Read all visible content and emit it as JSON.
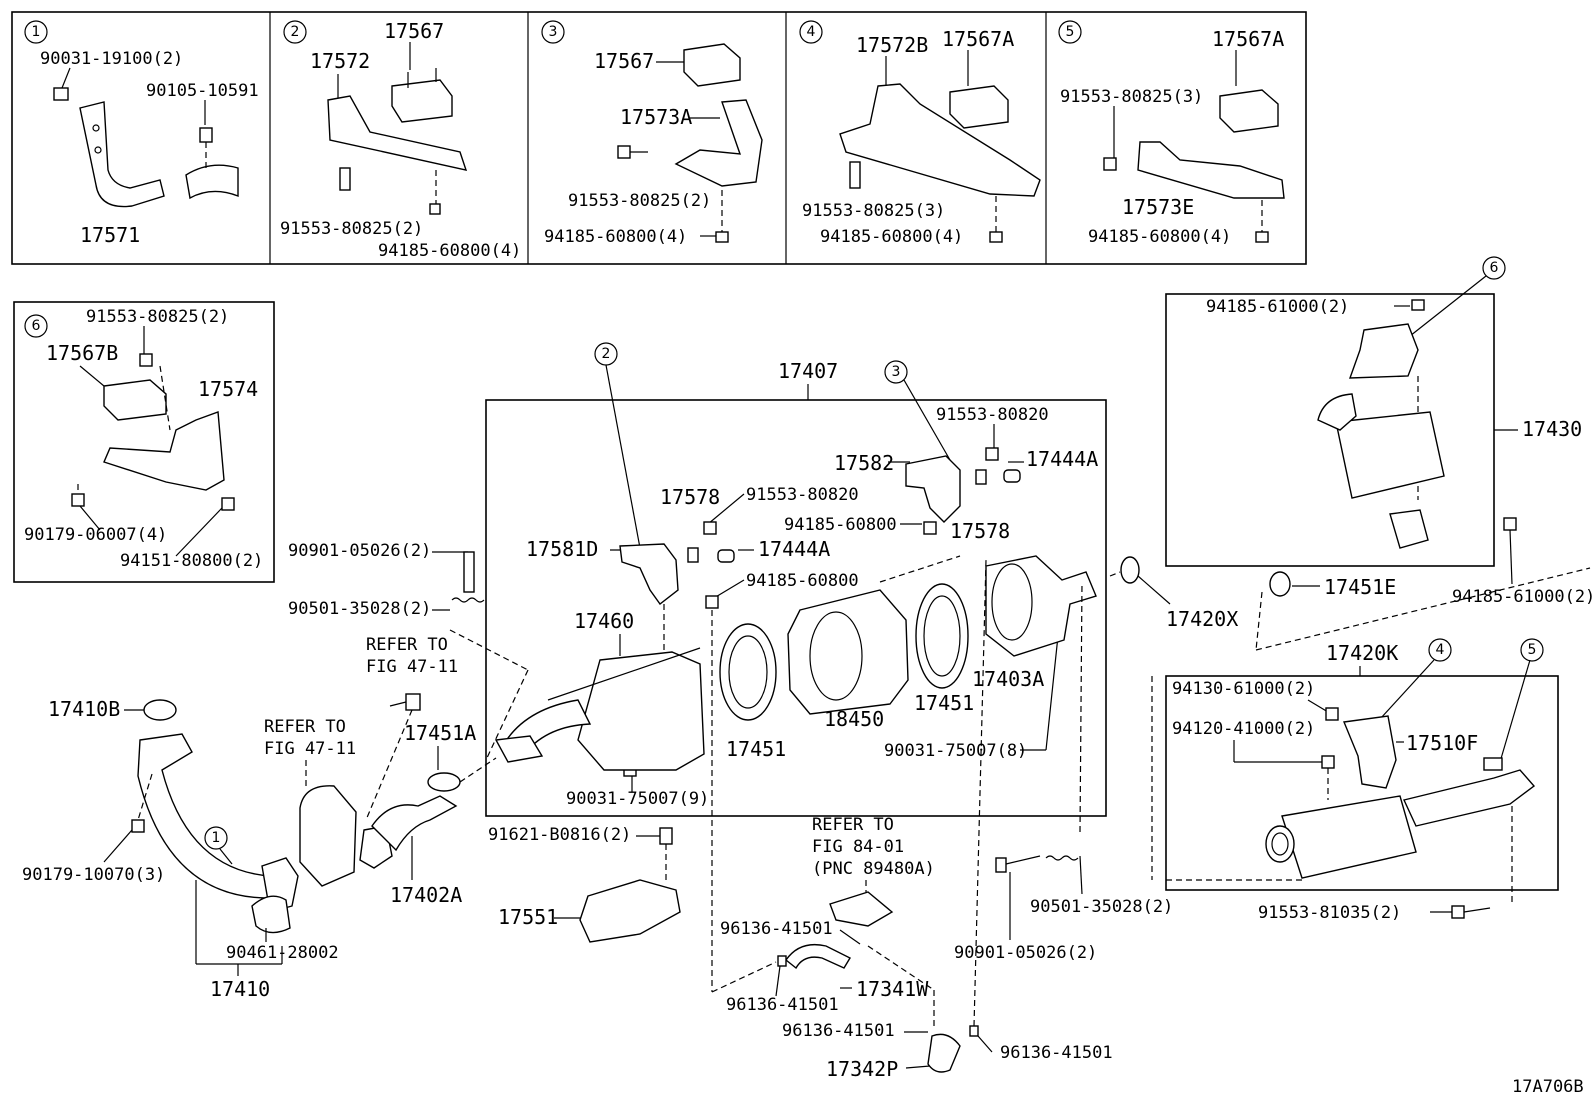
{
  "drawing_code": "17A706B",
  "inset_numbers": [
    "1",
    "2",
    "3",
    "4",
    "5",
    "6"
  ],
  "labels": {
    "b1_90031": "90031-19100(2)",
    "b1_90105": "90105-10591",
    "b1_17571": "17571",
    "b2_17567": "17567",
    "b2_17572": "17572",
    "b2_91553": "91553-80825(2)",
    "b2_94185": "94185-60800(4)",
    "b3_17567": "17567",
    "b3_17573A": "17573A",
    "b3_91553": "91553-80825(2)",
    "b3_94185": "94185-60800(4)",
    "b4_17572B": "17572B",
    "b4_17567A": "17567A",
    "b4_91553": "91553-80825(3)",
    "b4_94185": "94185-60800(4)",
    "b5_17567A": "17567A",
    "b5_91553": "91553-80825(3)",
    "b5_17573E": "17573E",
    "b5_94185": "94185-60800(4)",
    "b6_91553": "91553-80825(2)",
    "b6_17567B": "17567B",
    "b6_17574": "17574",
    "b6_90179": "90179-06007(4)",
    "b6_94151": "94151-80800(2)",
    "m_17407": "17407",
    "m_91553a": "91553-80820",
    "m_17582": "17582",
    "m_17444Ar": "17444A",
    "m_17578a": "17578",
    "m_91553b": "91553-80820",
    "m_94185a": "94185-60800",
    "m_17578b": "17578",
    "m_17581D": "17581D",
    "m_17444Al": "17444A",
    "m_94185b": "94185-60800",
    "m_17460": "17460",
    "m_18450": "18450",
    "m_17451a": "17451",
    "m_17451b": "17451",
    "m_17403A": "17403A",
    "m_90031a": "90031-75007(8)",
    "m_90031b": "90031-75007(9)",
    "l_90901": "90901-05026(2)",
    "l_90501": "90501-35028(2)",
    "l_refer1a": "REFER TO",
    "l_refer1b": "FIG 47-11",
    "l_17410B": "17410B",
    "l_refer2a": "REFER TO",
    "l_refer2b": "FIG 47-11",
    "l_17451A": "17451A",
    "l_90179": "90179-10070(3)",
    "l_17402A": "17402A",
    "l_90461": "90461-28002",
    "l_17410": "17410",
    "c_91621": "91621-B0816(2)",
    "c_17551": "17551",
    "c_refer_a": "REFER TO",
    "c_refer_b": "FIG 84-01",
    "c_refer_c": "(PNC 89480A)",
    "c_96136a": "96136-41501",
    "c_96136b": "96136-41501",
    "c_17341W": "17341W",
    "c_96136c": "96136-41501",
    "c_96136d": "96136-41501",
    "c_17342P": "17342P",
    "c_90501": "90501-35028(2)",
    "c_90901": "90901-05026(2)",
    "r_94185a": "94185-61000(2)",
    "r_17430": "17430",
    "r_17420X": "17420X",
    "r_17451E": "17451E",
    "r_94185b": "94185-61000(2)",
    "r_17420K": "17420K",
    "r_94130": "94130-61000(2)",
    "r_94120": "94120-41000(2)",
    "r_17510F": "17510F",
    "r_91553": "91553-81035(2)"
  }
}
